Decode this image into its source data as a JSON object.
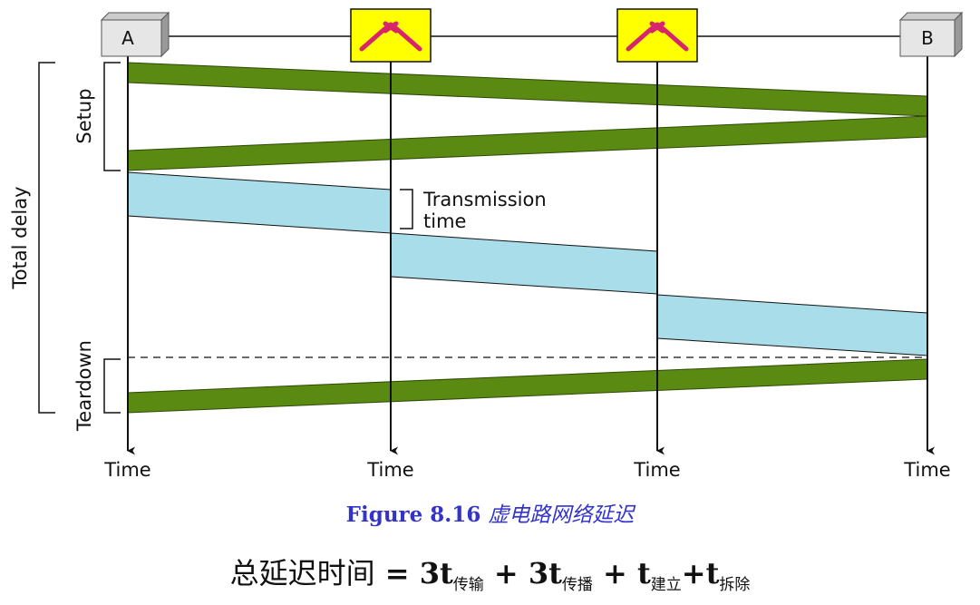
{
  "diagram": {
    "nodes": [
      {
        "id": "A",
        "label": "A",
        "type": "host"
      },
      {
        "id": "S1",
        "label": "",
        "type": "switch"
      },
      {
        "id": "S2",
        "label": "",
        "type": "switch"
      },
      {
        "id": "B",
        "label": "B",
        "type": "host"
      }
    ],
    "axis_label": "Time",
    "phases": {
      "total": "Total delay",
      "setup": "Setup",
      "teardown": "Teardown"
    },
    "annotation": {
      "line1": "Transmission",
      "line2": "time"
    },
    "colors": {
      "control_band": "#5a8a12",
      "data_band": "#a8dde9",
      "switch_fill": "#ffff00",
      "switch_symbol": "#d8246a",
      "host_fill": "#e6e6e6"
    }
  },
  "caption": {
    "figure_number": "Figure 8.16",
    "title": "虚电路网络延迟"
  },
  "formula": {
    "lhs": "总延迟时间",
    "equals": " = ",
    "term1": "3t",
    "sub1": "传输",
    "plus1": " + ",
    "term2": "3t",
    "sub2": "传播",
    "plus2": " + ",
    "term3": "t",
    "sub3": "建立",
    "plus3": "+",
    "term4": "t",
    "sub4": "拆除"
  }
}
